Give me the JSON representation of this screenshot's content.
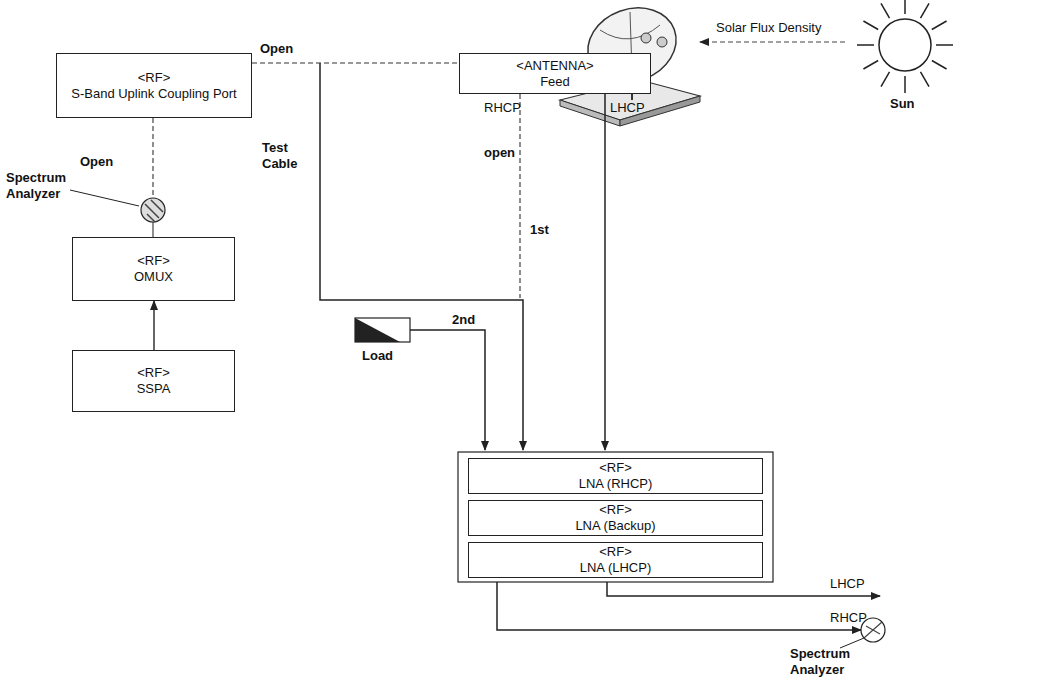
{
  "diagram": {
    "nodes": [
      {
        "text": [
          "<RF>",
          "S-Band Uplink Coupling Port"
        ]
      },
      {
        "text": [
          "<ANTENNA>",
          "Feed"
        ]
      },
      {
        "text": [
          "<RF>",
          "OMUX"
        ]
      },
      {
        "text": [
          "<RF>",
          "SSPA"
        ]
      },
      {
        "text": [
          "<RF>",
          "LNA (RHCP)"
        ]
      },
      {
        "text": [
          "<RF>",
          "LNA (Backup)"
        ]
      },
      {
        "text": [
          "<RF>",
          "LNA (LHCP)"
        ]
      }
    ],
    "edges": [
      {
        "from": 0,
        "to": 1,
        "arrow": "none",
        "label": "Open"
      },
      {
        "from": 3,
        "to": 2,
        "arrow": "to"
      }
    ],
    "labels": [
      "Solar Flux Density",
      "Sun",
      "Open",
      "Spectrum Analyzer",
      "Test Cable",
      "RHCP",
      "LHCP",
      "open",
      "1st",
      "2nd",
      "Load",
      "LHCP",
      "RHCP",
      "Spectrum Analyzer"
    ]
  }
}
